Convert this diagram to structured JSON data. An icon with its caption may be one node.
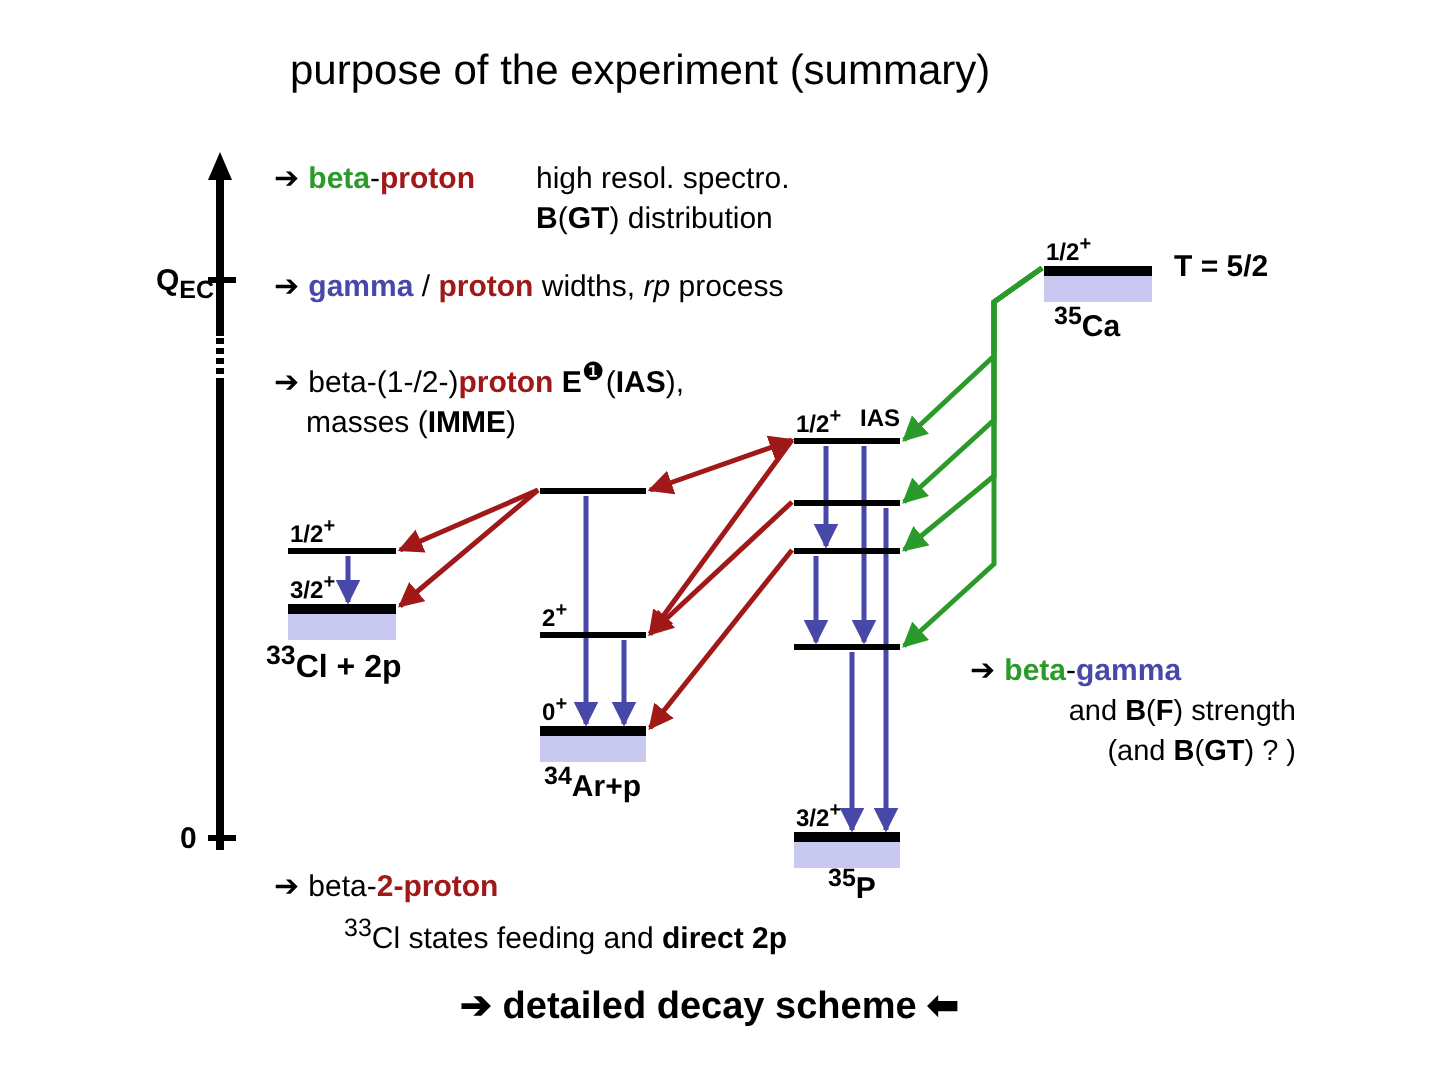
{
  "diagram": {
    "title": "purpose of the experiment (summary)",
    "nodes": [
      {
        "text": [
          "1/2$^{+}$"
        ],
        "beside": [
          "T = 5/2",
          "$^{35}$Ca"
        ]
      },
      {
        "text": [
          "1/2$^{+}$",
          "IAS"
        ]
      },
      {
        "text": [],
        "shape": "bar"
      },
      {
        "text": [],
        "shape": "bar"
      },
      {
        "text": [],
        "shape": "bar"
      },
      {
        "text": [
          "3/2$^{+}$"
        ],
        "beside": [
          "$^{35}$P"
        ]
      },
      {
        "text": [],
        "shape": "bar"
      },
      {
        "text": [
          "2$^{+}$"
        ]
      },
      {
        "text": [
          "0$^{+}$"
        ],
        "beside": [
          "$^{34}$Ar+p"
        ]
      },
      {
        "text": [
          "1/2$^{+}$"
        ]
      },
      {
        "text": [
          "3/2$^{+}$"
        ],
        "beside": [
          "$^{33}$Cl + 2p"
        ]
      }
    ],
    "edges": [
      {
        "from": 0,
        "to": 1,
        "arrow": "to",
        "color": "#2a9a2a"
      },
      {
        "from": 0,
        "to": 2,
        "arrow": "to",
        "color": "#2a9a2a"
      },
      {
        "from": 0,
        "to": 3,
        "arrow": "to",
        "color": "#2a9a2a"
      },
      {
        "from": 0,
        "to": 4,
        "arrow": "to",
        "color": "#2a9a2a"
      },
      {
        "from": 1,
        "to": 6,
        "arrow": "both",
        "color": "#a01818"
      },
      {
        "from": 1,
        "to": 7,
        "arrow": "to",
        "color": "#a01818"
      },
      {
        "from": 2,
        "to": 7,
        "arrow": "to",
        "color": "#a01818"
      },
      {
        "from": 3,
        "to": 8,
        "arrow": "to",
        "color": "#a01818"
      },
      {
        "from": 6,
        "to": 9,
        "arrow": "to",
        "color": "#a01818"
      },
      {
        "from": 6,
        "to": 10,
        "arrow": "to",
        "color": "#a01818"
      },
      {
        "from": 1,
        "to": 3,
        "arrow": "to"
      },
      {
        "from": 1,
        "to": 4,
        "arrow": "to"
      },
      {
        "from": 2,
        "to": 5,
        "arrow": "to"
      },
      {
        "from": 3,
        "to": 4,
        "arrow": "to"
      },
      {
        "from": 4,
        "to": 5,
        "arrow": "to"
      },
      {
        "from": 6,
        "to": 8,
        "arrow": "to"
      },
      {
        "from": 7,
        "to": 8,
        "arrow": "to"
      },
      {
        "from": 9,
        "to": 10,
        "arrow": "to"
      }
    ],
    "labels": [
      "➔ **beta**-**proton**",
      "high resol. spectro. **B**(**GT**) distribution",
      "➔ **gamma** / **proton** widths, *rp* process",
      "➔ beta-(1-/2-)**proton** **E**$^{❶}$(**IAS**), masses (**IMME**)",
      "Q$_{EC}$",
      "0",
      "➔ **beta**-**gamma**",
      "and **B**(**F**) strength (and **B**(**GT**) ? )",
      "➔ beta-**2-proton**",
      "$^{33}$Cl states feeding and **direct 2p**",
      "➔ detailed decay scheme ⬅"
    ]
  }
}
